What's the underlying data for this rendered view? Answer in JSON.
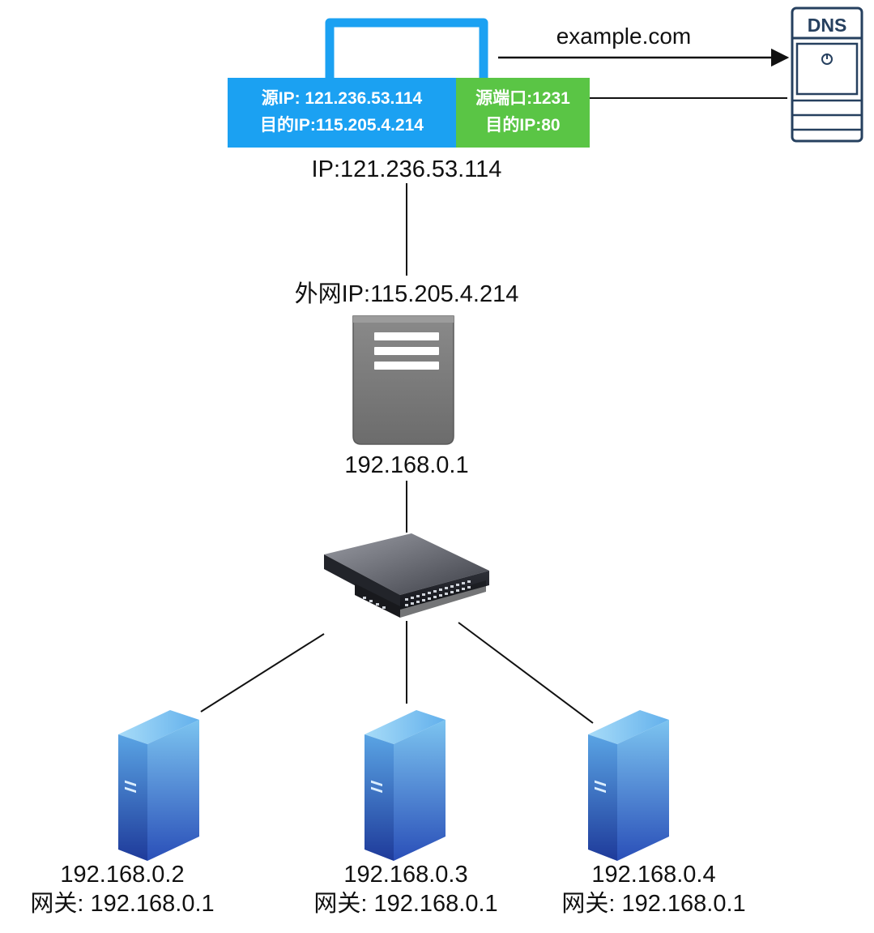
{
  "dns": {
    "label": "DNS",
    "query_label": "example.com"
  },
  "packet": {
    "header_ip": {
      "line1": "源IP: 121.236.53.114",
      "line2": "目的IP:115.205.4.214",
      "color": "#1ba1f2"
    },
    "header_port": {
      "line1": "源端口:1231",
      "line2": "目的IP:80",
      "color": "#5ac545"
    },
    "loop_color": "#1ba1f2"
  },
  "public_ip_label": "IP:121.236.53.114",
  "router": {
    "wan_label": "外网IP:115.205.4.214",
    "lan_label": "192.168.0.1"
  },
  "hosts": [
    {
      "ip": "192.168.0.2",
      "gateway": "网关: 192.168.0.1"
    },
    {
      "ip": "192.168.0.3",
      "gateway": "网关: 192.168.0.1"
    },
    {
      "ip": "192.168.0.4",
      "gateway": "网关: 192.168.0.1"
    }
  ]
}
